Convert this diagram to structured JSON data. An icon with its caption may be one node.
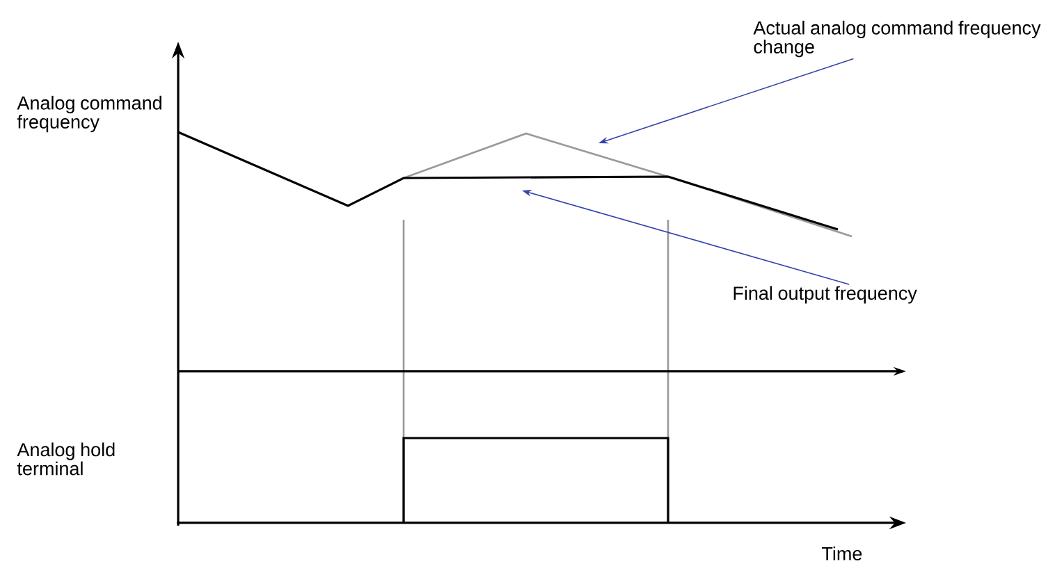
{
  "diagram": {
    "nodes": [
      {
        "text": [
          "Actual analog command frequency change"
        ]
      },
      {
        "text": [
          "Final output frequency"
        ]
      }
    ],
    "edges": [
      {
        "from": 0,
        "to": null,
        "arrow": "to"
      },
      {
        "from": 1,
        "to": null,
        "arrow": "to"
      }
    ],
    "labels": [
      "Analog command frequency",
      "Analog hold terminal",
      "Time"
    ]
  }
}
